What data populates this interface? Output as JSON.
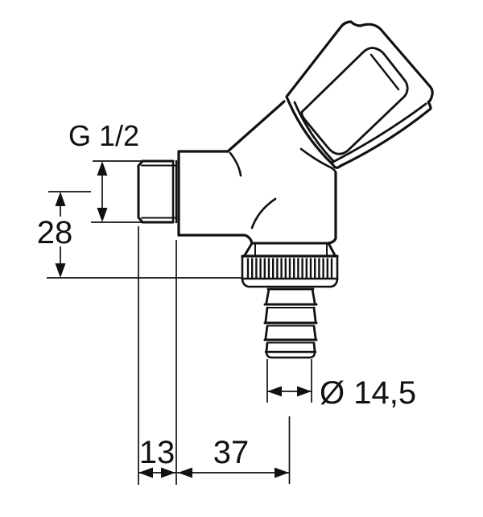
{
  "drawing": {
    "type": "technical-dimension-drawing",
    "part": "angle-appliance-valve",
    "dimensions": {
      "thread_label": "G 1/2",
      "height_label": "28",
      "thread_length_label": "13",
      "offset_label": "37",
      "hose_diameter_label": "Ø 14,5"
    },
    "colors": {
      "line": "#111111",
      "background": "#ffffff"
    }
  }
}
